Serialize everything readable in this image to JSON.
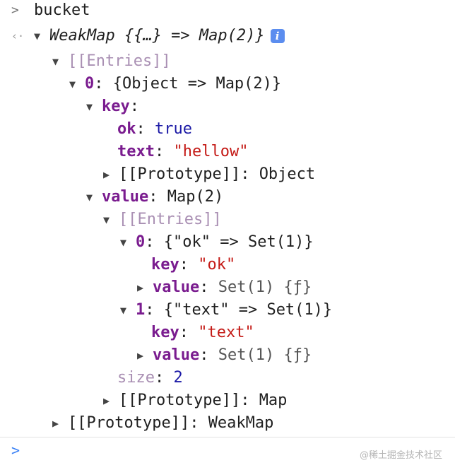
{
  "console": {
    "input_prompt_glyph": ">",
    "input_command": "bucket",
    "output_prompt_glyph": "‹·",
    "rows": {
      "root_label": "WeakMap {{…} => Map(2)}",
      "root_info_glyph": "i",
      "entries_label": "[[Entries]]",
      "entry0_index": "0",
      "entry0_preview": "{Object => Map(2)}",
      "key_label": "key",
      "ok_key": "ok",
      "ok_value": "true",
      "text_key": "text",
      "text_value": "\"hellow\"",
      "key_proto_key": "[[Prototype]]",
      "key_proto_value": "Object",
      "value_label": "value",
      "value_preview": "Map(2)",
      "inner_entries_label": "[[Entries]]",
      "inner0_index": "0",
      "inner0_preview": "{\"ok\" => Set(1)}",
      "inner0_key_label": "key",
      "inner0_key_value": "\"ok\"",
      "inner0_value_label": "value",
      "inner0_value_preview": "Set(1) {ƒ}",
      "inner1_index": "1",
      "inner1_preview": "{\"text\" => Set(1)}",
      "inner1_key_label": "key",
      "inner1_key_value": "\"text\"",
      "inner1_value_label": "value",
      "inner1_value_preview": "Set(1) {ƒ}",
      "size_key": "size",
      "size_value": "2",
      "map_proto_key": "[[Prototype]]",
      "map_proto_value": "Map",
      "weak_proto_key": "[[Prototype]]",
      "weak_proto_value": "WeakMap"
    },
    "bottom_prompt_glyph": ">",
    "watermark": "@稀土掘金技术社区"
  },
  "icons": {
    "expanded": "▼",
    "collapsed": "▶"
  },
  "colors": {
    "key": "#7a1c8f",
    "string": "#c41a16",
    "keyword": "#1c1aa6",
    "info_badge": "#5b8def",
    "prompt_active": "#3b82f6"
  }
}
